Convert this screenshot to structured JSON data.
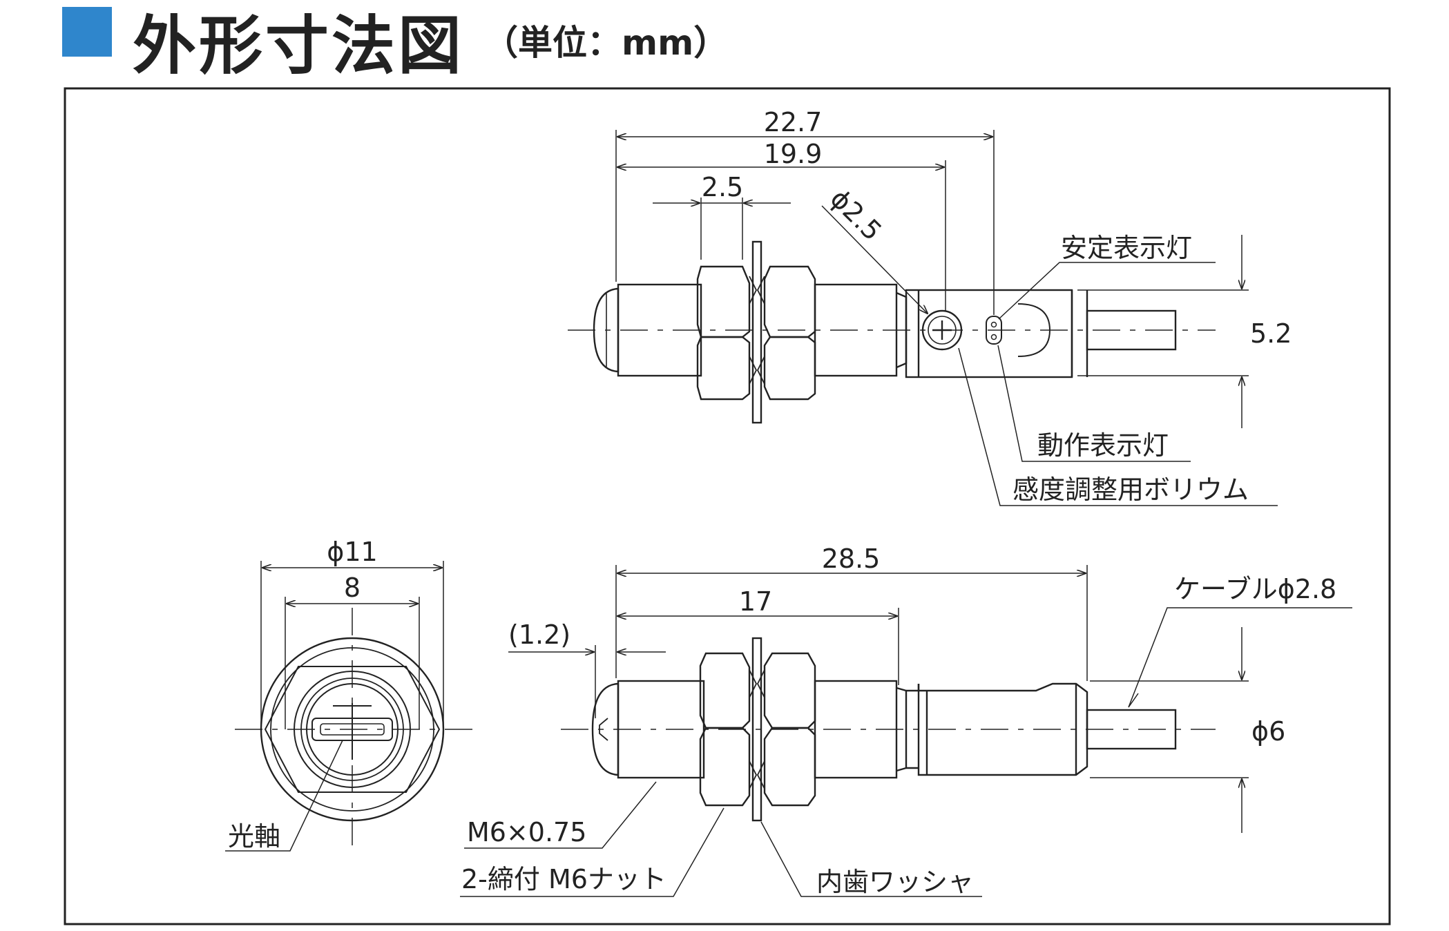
{
  "header": {
    "title": "外形寸法図",
    "unit": "（単位：mm）",
    "marker_color": "#2f86cc"
  },
  "top_view": {
    "dim_total": "22.7",
    "dim_body": "19.9",
    "dim_nut": "2.5",
    "dim_phi_volume": "ϕ2.5",
    "dim_height": "5.2",
    "label_stable_lamp": "安定表示灯",
    "label_operation_lamp": "動作表示灯",
    "label_sensitivity_volume": "感度調整用ボリウム"
  },
  "front_view": {
    "dim_outer": "ϕ11",
    "dim_inner": "8",
    "label_optical_axis": "光軸"
  },
  "side_view": {
    "dim_total": "28.5",
    "dim_thread": "17",
    "dim_tip": "(1.2)",
    "dim_cable": "ケーブルϕ2.8",
    "dim_diameter": "ϕ6",
    "label_thread": "M6×0.75",
    "label_nut": "2-締付 M6ナット",
    "label_washer": "内歯ワッシャ"
  },
  "colors": {
    "line": "#222222",
    "frame": "#222222"
  }
}
